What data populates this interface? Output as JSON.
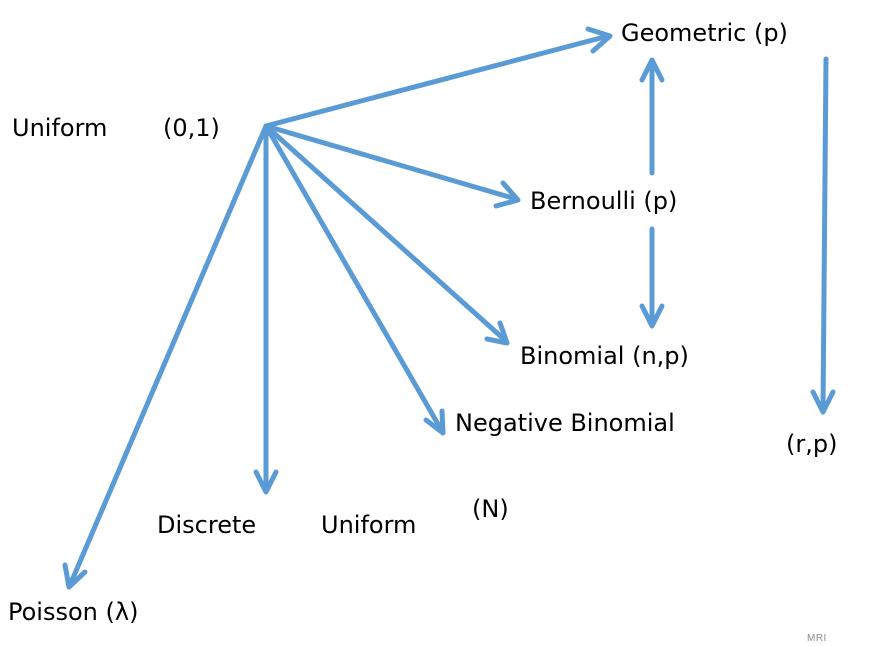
{
  "labels": {
    "uniform": "Uniform",
    "uniform_param": "(0,1)",
    "geometric": "Geometric (p)",
    "bernoulli": "Bernoulli (p)",
    "binomial": "Binomial (n,p)",
    "negative_binomial": "Negative Binomial",
    "negative_binomial_param": "(r,p)",
    "discrete": "Discrete",
    "discrete_uniform": "Uniform",
    "discrete_uniform_param": "(N)",
    "poisson": "Poisson (λ)"
  },
  "watermark": "MRI",
  "colors": {
    "arrow": "#5b9bd5",
    "text": "#000000",
    "watermark": "#8a8a8a"
  },
  "arrows": [
    {
      "from": "Uniform (0,1)",
      "to": "Geometric (p)"
    },
    {
      "from": "Uniform (0,1)",
      "to": "Bernoulli (p)"
    },
    {
      "from": "Uniform (0,1)",
      "to": "Binomial (n,p)"
    },
    {
      "from": "Uniform (0,1)",
      "to": "Negative Binomial"
    },
    {
      "from": "Uniform (0,1)",
      "to": "Discrete Uniform (N)"
    },
    {
      "from": "Uniform (0,1)",
      "to": "Poisson (λ)"
    },
    {
      "from": "Bernoulli (p)",
      "to": "Geometric (p)"
    },
    {
      "from": "Bernoulli (p)",
      "to": "Binomial (n,p)"
    },
    {
      "from": "Geometric (p)",
      "to": "(r,p)"
    }
  ]
}
